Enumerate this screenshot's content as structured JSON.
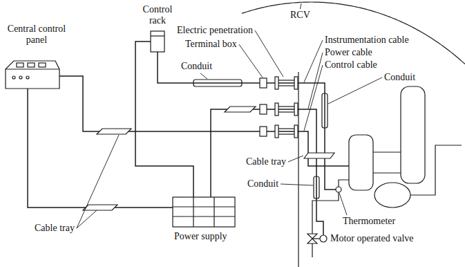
{
  "diagram": {
    "labels": [
      "RCV",
      "Electric penetration",
      "Instrumentation cable",
      "Central control panel",
      "Control rack",
      "Terminal box",
      "Power cable",
      "Control cable",
      "Conduit",
      "Conduit",
      "Cable tray",
      "Conduit",
      "Cable tray",
      "Power supply",
      "Thermometer",
      "Motor operated valve"
    ]
  }
}
